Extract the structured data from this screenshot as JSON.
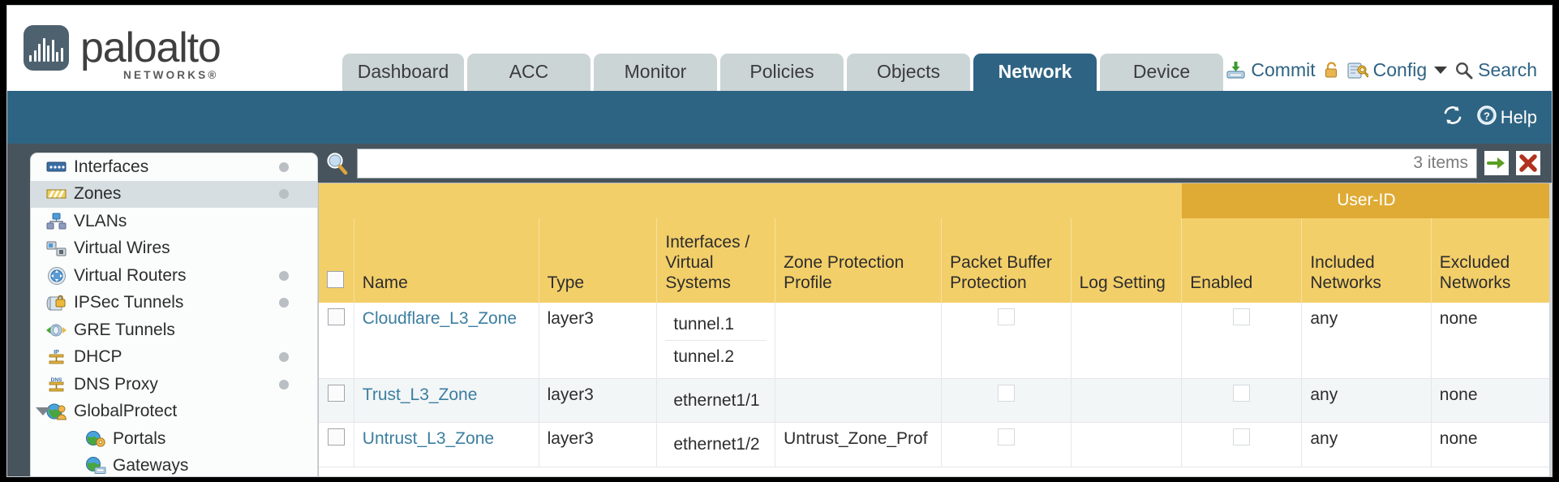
{
  "brand": {
    "name": "paloalto",
    "sub": "NETWORKS",
    "reg": "®"
  },
  "tabs": [
    {
      "label": "Dashboard",
      "active": false
    },
    {
      "label": "ACC",
      "active": false
    },
    {
      "label": "Monitor",
      "active": false
    },
    {
      "label": "Policies",
      "active": false
    },
    {
      "label": "Objects",
      "active": false
    },
    {
      "label": "Network",
      "active": true
    },
    {
      "label": "Device",
      "active": false
    }
  ],
  "top_actions": {
    "commit": "Commit",
    "config": "Config",
    "search": "Search"
  },
  "blue_bar": {
    "help": "Help"
  },
  "sidebar": {
    "items": [
      {
        "label": "Interfaces",
        "icon": "interfaces-icon",
        "selected": false,
        "dot": true,
        "child": false,
        "twisty": false
      },
      {
        "label": "Zones",
        "icon": "zones-icon",
        "selected": true,
        "dot": true,
        "child": false,
        "twisty": false
      },
      {
        "label": "VLANs",
        "icon": "vlans-icon",
        "selected": false,
        "dot": false,
        "child": false,
        "twisty": false
      },
      {
        "label": "Virtual Wires",
        "icon": "virtual-wires-icon",
        "selected": false,
        "dot": false,
        "child": false,
        "twisty": false
      },
      {
        "label": "Virtual Routers",
        "icon": "virtual-routers-icon",
        "selected": false,
        "dot": true,
        "child": false,
        "twisty": false
      },
      {
        "label": "IPSec Tunnels",
        "icon": "ipsec-tunnels-icon",
        "selected": false,
        "dot": true,
        "child": false,
        "twisty": false
      },
      {
        "label": "GRE Tunnels",
        "icon": "gre-tunnels-icon",
        "selected": false,
        "dot": false,
        "child": false,
        "twisty": false
      },
      {
        "label": "DHCP",
        "icon": "dhcp-icon",
        "selected": false,
        "dot": true,
        "child": false,
        "twisty": false
      },
      {
        "label": "DNS Proxy",
        "icon": "dns-proxy-icon",
        "selected": false,
        "dot": true,
        "child": false,
        "twisty": false
      },
      {
        "label": "GlobalProtect",
        "icon": "globalprotect-icon",
        "selected": false,
        "dot": false,
        "child": false,
        "twisty": true
      },
      {
        "label": "Portals",
        "icon": "portals-icon",
        "selected": false,
        "dot": false,
        "child": true,
        "twisty": false
      },
      {
        "label": "Gateways",
        "icon": "gateways-icon",
        "selected": false,
        "dot": false,
        "child": true,
        "twisty": false
      }
    ]
  },
  "search": {
    "value": "",
    "placeholder": "",
    "item_count": "3 items"
  },
  "table": {
    "group_header": "User-ID",
    "columns": [
      "Name",
      "Type",
      "Interfaces / Virtual Systems",
      "Zone Protection Profile",
      "Packet Buffer Protection",
      "Log Setting",
      "Enabled",
      "Included Networks",
      "Excluded Networks"
    ],
    "rows": [
      {
        "selected": false,
        "name": "Cloudflare_L3_Zone",
        "type": "layer3",
        "interfaces": [
          "tunnel.1",
          "tunnel.2"
        ],
        "zone_protection_profile": "",
        "packet_buffer_protection": false,
        "log_setting": "",
        "userid_enabled": false,
        "included_networks": "any",
        "excluded_networks": "none"
      },
      {
        "selected": false,
        "name": "Trust_L3_Zone",
        "type": "layer3",
        "interfaces": [
          "ethernet1/1"
        ],
        "zone_protection_profile": "",
        "packet_buffer_protection": false,
        "log_setting": "",
        "userid_enabled": false,
        "included_networks": "any",
        "excluded_networks": "none"
      },
      {
        "selected": false,
        "name": "Untrust_L3_Zone",
        "type": "layer3",
        "interfaces": [
          "ethernet1/2"
        ],
        "zone_protection_profile": "Untrust_Zone_Prof",
        "packet_buffer_protection": false,
        "log_setting": "",
        "userid_enabled": false,
        "included_networks": "any",
        "excluded_networks": "none"
      }
    ]
  },
  "colors": {
    "brand_blue": "#2e6483",
    "chrome_dark": "#47545d",
    "table_header": "#f3cf69",
    "group_header": "#dfab35",
    "link": "#3b7ea1",
    "tab_inactive": "#ccd5d6"
  }
}
